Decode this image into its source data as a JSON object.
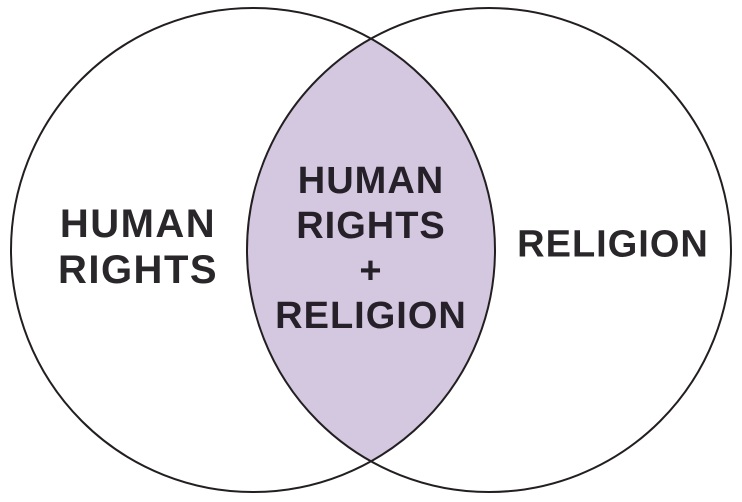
{
  "diagram": {
    "type": "venn-2-circle",
    "left_set": {
      "label_lines": [
        "HUMAN",
        "RIGHTS"
      ]
    },
    "right_set": {
      "label_lines": [
        "RELIGION"
      ]
    },
    "intersection": {
      "label_lines": [
        "HUMAN",
        "RIGHTS",
        "+",
        "RELIGION"
      ]
    },
    "colors": {
      "background": "#ffffff",
      "circle_stroke": "#231f20",
      "intersection_fill": "#d4c7e0",
      "outer_label_text": "#2a272a",
      "intersection_label_text": "#262029"
    }
  }
}
